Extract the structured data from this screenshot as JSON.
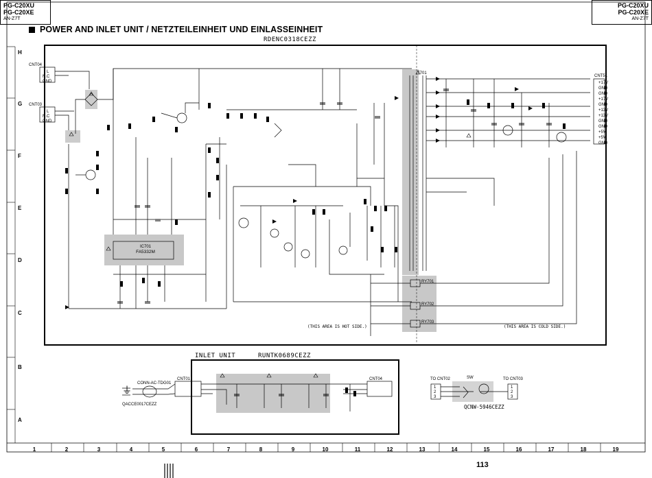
{
  "header": {
    "model_left": {
      "line1": "PG-C20XU",
      "line2": "PG-C20XE",
      "line3": "AN-Z7T"
    },
    "model_right": {
      "line1": "PG-C20XU",
      "line2": "PG-C20XE",
      "line3": "AN-Z7T"
    }
  },
  "title": "POWER AND INLET UNIT / NETZTEILEINHEIT UND EINLASSEINHEIT",
  "main_unit": {
    "code": "RDENC0318CEZZ",
    "left_connector": {
      "name": "CNT04",
      "pins": [
        "L",
        "N.C",
        "GND"
      ]
    },
    "left_connector2": {
      "name": "CNT03",
      "pins": [
        "L",
        "N.C",
        "GND"
      ]
    },
    "right_connector": {
      "name": "CNT51",
      "pins": [
        "+17V",
        "GND",
        "GND",
        "+17V",
        "GND",
        "+13V",
        "+13V",
        "GND",
        "GND",
        "+5V",
        "+5V",
        "GND"
      ]
    },
    "ic": {
      "ref": "IC701",
      "part": "FA5332M"
    },
    "area_note_hot": "(THIS AREA IS HOT SIDE.)",
    "area_note_cold": "(THIS AREA IS COLD SIDE.)",
    "transformer": {
      "ref": "T701"
    },
    "relays": [
      "RY701",
      "RY702",
      "RY703"
    ]
  },
  "inlet_unit": {
    "title": "INLET UNIT",
    "code": "RUNTK0689CEZZ",
    "left_connector": "CNT01",
    "right_connector": "CNT04",
    "cord": "QACCE0017CEZZ",
    "plug_label": "CONN-AC-TDG01"
  },
  "switch_block": {
    "to_cnt02": "TO CNT02",
    "to_cnt03": "TO CNT03",
    "sw_label": "SW",
    "code": "QCNW-5946CEZZ",
    "pins_left": [
      "1",
      "2",
      "3"
    ],
    "pins_right": [
      "1",
      "2",
      "3"
    ]
  },
  "grid": {
    "rows": [
      "H",
      "G",
      "F",
      "E",
      "D",
      "C",
      "B",
      "A"
    ],
    "columns": [
      "1",
      "2",
      "3",
      "4",
      "5",
      "6",
      "7",
      "8",
      "9",
      "10",
      "11",
      "12",
      "13",
      "14",
      "15",
      "16",
      "17",
      "18",
      "19"
    ]
  },
  "page_number": "113"
}
